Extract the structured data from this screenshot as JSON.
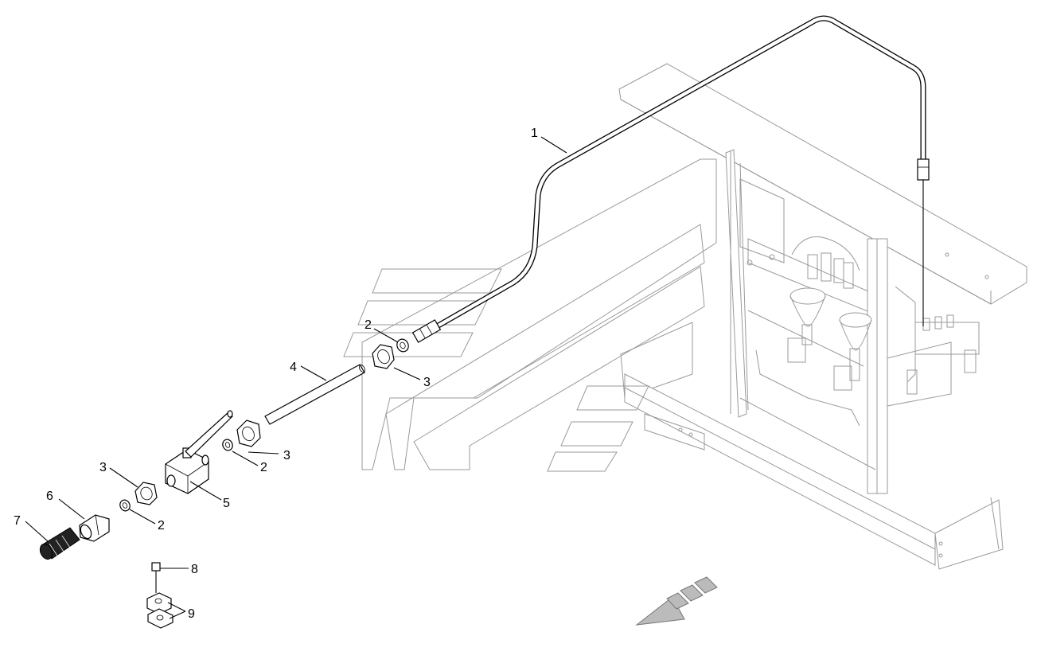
{
  "diagram": {
    "callouts": {
      "c1": "1",
      "c2a": "2",
      "c3a": "3",
      "c4": "4",
      "c2b": "2",
      "c3b": "3",
      "c3c": "3",
      "c5": "5",
      "c6": "6",
      "c2c": "2",
      "c7": "7",
      "c8": "8",
      "c9": "9"
    }
  }
}
